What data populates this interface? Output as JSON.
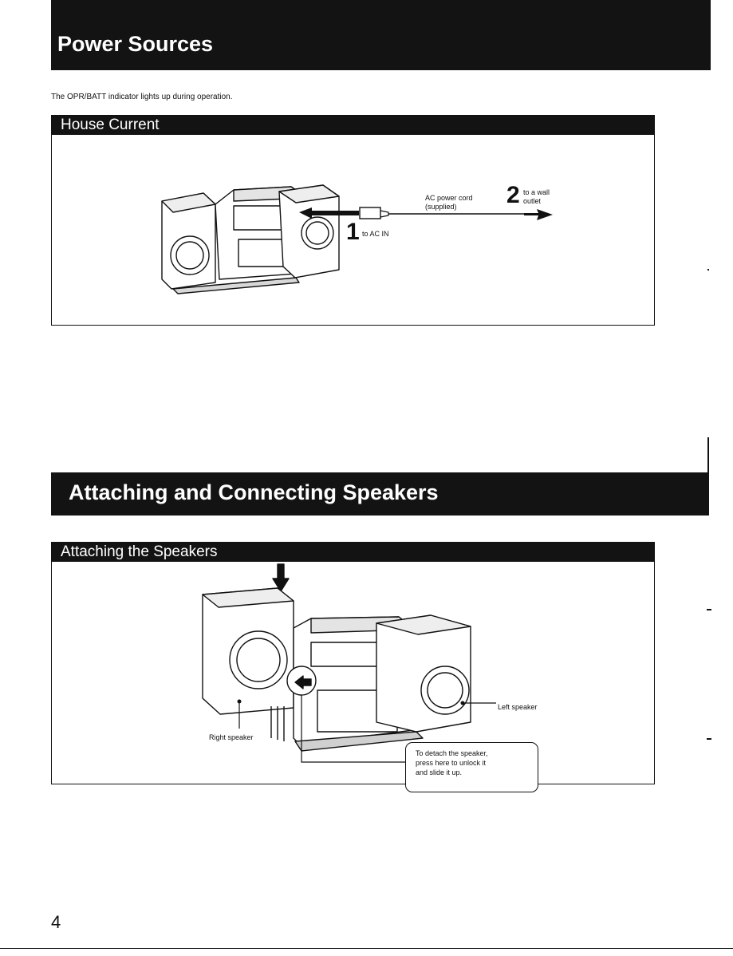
{
  "page": {
    "section1": {
      "title": "Power Sources",
      "intro": "The OPR/BATT indicator lights up during operation.",
      "house_current": {
        "heading": "House Current",
        "labels": {
          "ac_cord_line1": "AC power cord",
          "ac_cord_line2": "(supplied)",
          "step1_number": "1",
          "step1_text": "to AC IN",
          "step2_number": "2",
          "step2_line1": "to a wall",
          "step2_line2": "outlet"
        }
      }
    },
    "section2": {
      "title": "Attaching and Connecting Speakers",
      "attaching": {
        "heading": "Attaching the Speakers",
        "labels": {
          "right_speaker": "Right speaker",
          "left_speaker": "Left speaker",
          "callout_line1": "To detach the speaker,",
          "callout_line2": "press here to unlock it",
          "callout_line3": "and slide it up."
        }
      }
    },
    "page_number": "4"
  }
}
